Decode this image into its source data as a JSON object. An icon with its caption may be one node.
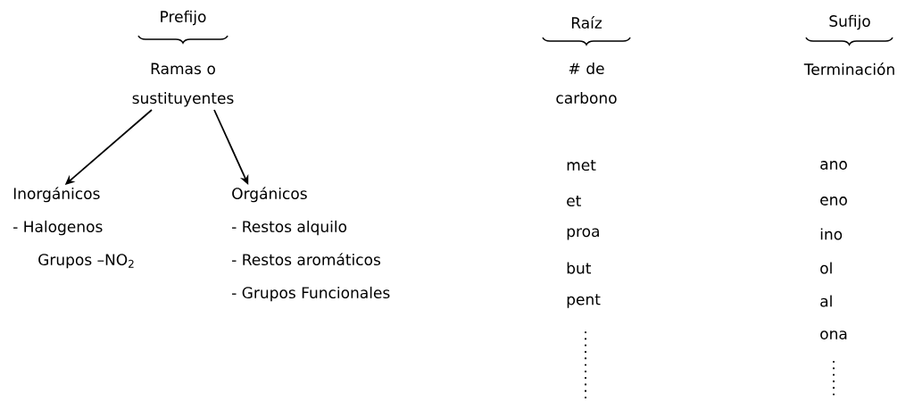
{
  "diagram": {
    "nodes": [
      {
        "text": [
          "Ramas o sustituyentes"
        ]
      },
      {
        "text": [
          "Inorgánicos",
          "- Halogenos",
          "Grupos –NO$_{2}$"
        ]
      },
      {
        "text": [
          "Orgánicos",
          "- Restos alquilo",
          "- Restos aromáticos",
          "- Grupos Funcionales"
        ]
      }
    ],
    "edges": [
      {
        "from": 0,
        "to": 1,
        "arrow": "to"
      },
      {
        "from": 0,
        "to": 2,
        "arrow": "to"
      }
    ],
    "labels": [
      "Prefijo",
      "Raíz",
      "Sufijo",
      "# de carbono",
      "Terminación",
      "met",
      "ano",
      "et",
      "eno",
      "proa",
      "ino",
      "but",
      "ol",
      "pent",
      "al",
      "ona"
    ]
  }
}
